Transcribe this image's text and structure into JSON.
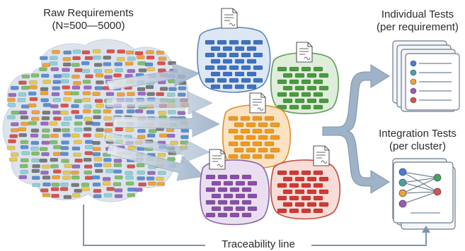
{
  "labels": {
    "raw_line1": "Raw Requirements",
    "raw_line2": "(N=500—5000)",
    "individual_line1": "Individual Tests",
    "individual_line2": "(per requirement)",
    "integration_line1": "Integration Tests",
    "integration_line2": "(per cluster)",
    "traceability": "Traceability line"
  },
  "colors": {
    "cloud_fill": "#dde3ec",
    "arrow_fill": "#9fb3c8",
    "arrow_stroke": "#7d93ab",
    "trace_line": "#7f93aa",
    "note_colors": [
      "#5b8fd6",
      "#7fbf6a",
      "#f0a23a",
      "#d9534f",
      "#9b6bc0",
      "#8fd0d8",
      "#7a7a7a",
      "#e8c850"
    ],
    "clusters": {
      "blue": {
        "fill": "#dce8f5",
        "stroke": "#5d86b8",
        "note": "#3f72c2"
      },
      "green": {
        "fill": "#dfeedb",
        "stroke": "#5f9e57",
        "note": "#4a9a40"
      },
      "orange": {
        "fill": "#fbe3c2",
        "stroke": "#d9932d",
        "note": "#ef9a1f"
      },
      "purple": {
        "fill": "#eadff0",
        "stroke": "#8b64a8",
        "note": "#8a4fa8"
      },
      "red": {
        "fill": "#f7dcd8",
        "stroke": "#c14b40",
        "note": "#cf3a34"
      }
    },
    "test_dots": [
      "#4a7fd0",
      "#4aa3a3",
      "#f0a23a",
      "#9b59b6",
      "#d9534f"
    ]
  },
  "icons": {
    "document": "document-icon",
    "individual_tests": "test-checklist-stack-icon",
    "integration_tests": "integration-graph-stack-icon"
  }
}
